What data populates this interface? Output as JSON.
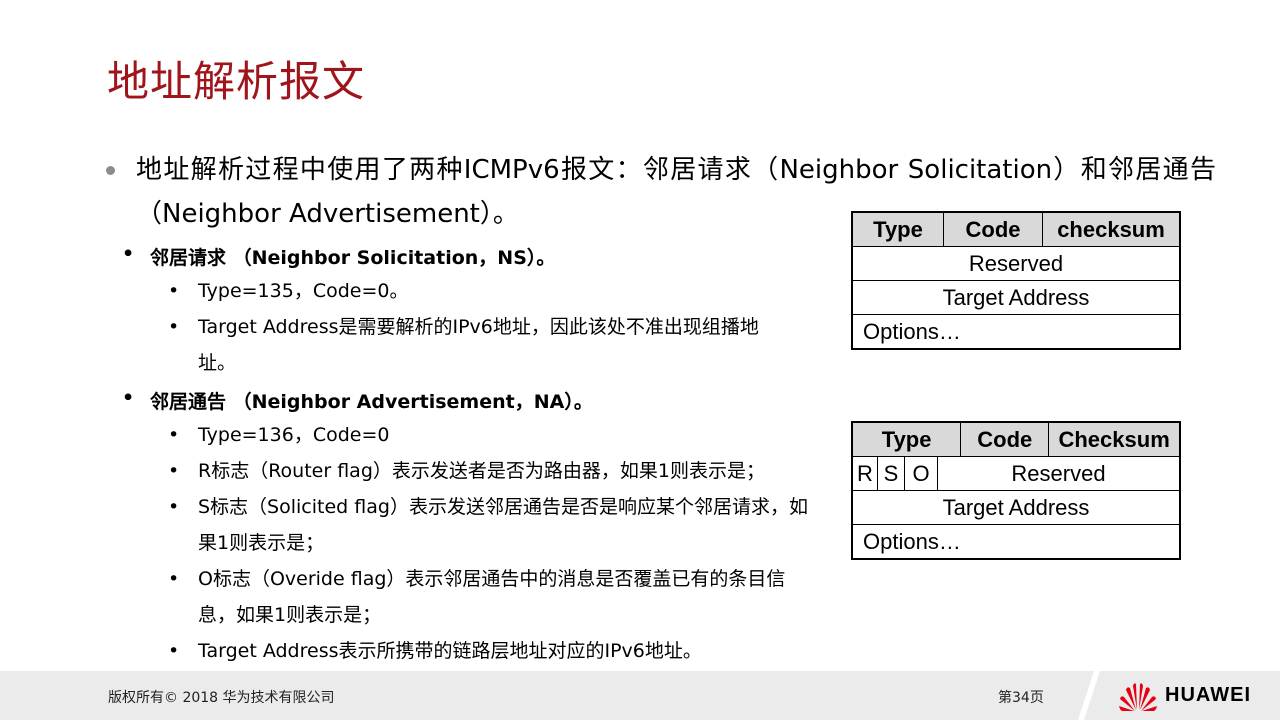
{
  "title": "地址解析报文",
  "intro": "地址解析过程中使用了两种ICMPv6报文：邻居请求（Neighbor Solicitation）和邻居通告（Neighbor Advertisement）。",
  "sections": [
    {
      "heading": "邻居请求 （Neighbor Solicitation，NS）。",
      "items": [
        "Type=135，Code=0。",
        "Target Address是需要解析的IPv6地址，因此该处不准出现组播地址。"
      ]
    },
    {
      "heading": "邻居通告 （Neighbor Advertisement，NA）。",
      "items": [
        "Type=136，Code=0",
        "R标志（Router flag）表示发送者是否为路由器，如果1则表示是；",
        "S标志（Solicited flag）表示发送邻居通告是否是响应某个邻居请求，如果1则表示是；",
        "O标志（Overide flag）表示邻居通告中的消息是否覆盖已有的条目信息，如果1则表示是；",
        "Target Address表示所携带的链路层地址对应的IPv6地址。"
      ]
    }
  ],
  "ns_table": {
    "type": "Type",
    "code": "Code",
    "checksum": "checksum",
    "reserved": "Reserved",
    "target": "Target Address",
    "options": "Options…"
  },
  "na_table": {
    "type": "Type",
    "code": "Code",
    "checksum": "Checksum",
    "r": "R",
    "s": "S",
    "o": "O",
    "reserved": "Reserved",
    "target": "Target Address",
    "options": "Options…"
  },
  "footer": {
    "copyright": "版权所有© 2018 华为技术有限公司",
    "page": "第34页",
    "brand": "HUAWEI"
  },
  "colors": {
    "title": "#a0141c",
    "table_header": "#d9d9d9",
    "logo": "#e60012"
  }
}
